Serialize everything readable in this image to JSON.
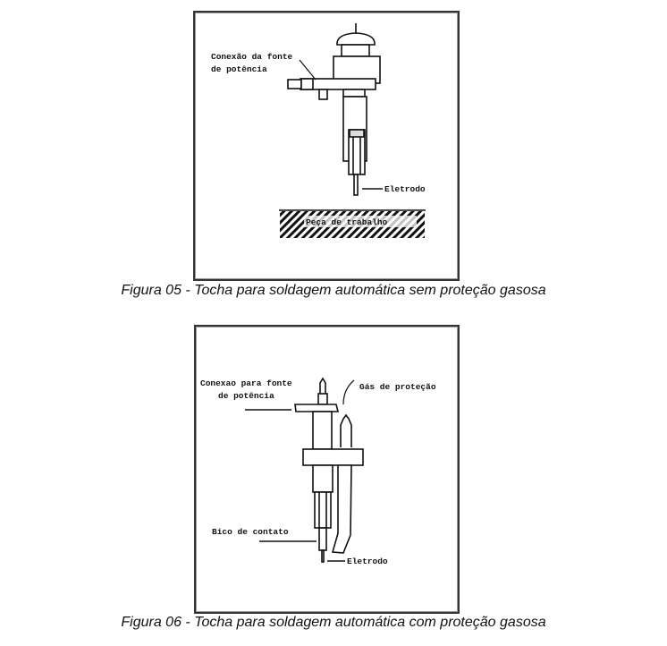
{
  "figure1": {
    "labels": {
      "connection_line1": "Conexão da fonte",
      "connection_line2": "de potência",
      "electrode": "Eletrodo",
      "workpiece": "Peça de trabalho"
    },
    "caption": "Figura 05 - Tocha para soldagem automática sem proteção gasosa"
  },
  "figure2": {
    "labels": {
      "connection_line1": "Conexao para fonte",
      "connection_line2": "de potência",
      "shielding_gas": "Gás de proteção",
      "contact_tip": "Bico de contato",
      "electrode": "Eletrodo"
    },
    "caption": "Figura 06 - Tocha para soldagem automática com proteção gasosa"
  }
}
